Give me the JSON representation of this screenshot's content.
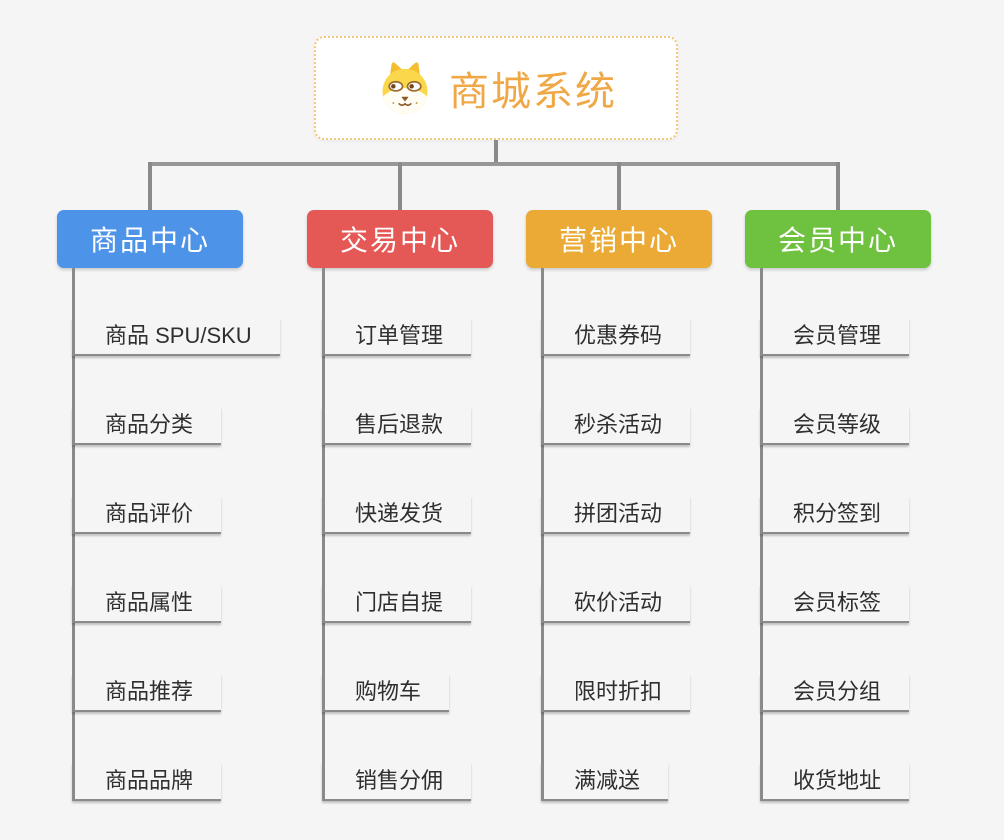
{
  "root": {
    "title": "商城系统",
    "icon": "shiba-dog-icon",
    "title_color": "#f0a846",
    "border_color": "#f2c879"
  },
  "colors": {
    "background": "#f5f5f6",
    "connector": "#8a8a8a",
    "subtopic_text": "#2f2f2f",
    "branch_text": "#ffffff"
  },
  "branches": [
    {
      "label": "商品中心",
      "color": "#4d94e9",
      "items": [
        "商品 SPU/SKU",
        "商品分类",
        "商品评价",
        "商品属性",
        "商品推荐",
        "商品品牌"
      ]
    },
    {
      "label": "交易中心",
      "color": "#e45855",
      "items": [
        "订单管理",
        "售后退款",
        "快递发货",
        "门店自提",
        "购物车",
        "销售分佣"
      ]
    },
    {
      "label": "营销中心",
      "color": "#ebaa36",
      "items": [
        "优惠券码",
        "秒杀活动",
        "拼团活动",
        "砍价活动",
        "限时折扣",
        "满减送"
      ]
    },
    {
      "label": "会员中心",
      "color": "#6fc140",
      "items": [
        "会员管理",
        "会员等级",
        "积分签到",
        "会员标签",
        "会员分组",
        "收货地址"
      ]
    }
  ]
}
